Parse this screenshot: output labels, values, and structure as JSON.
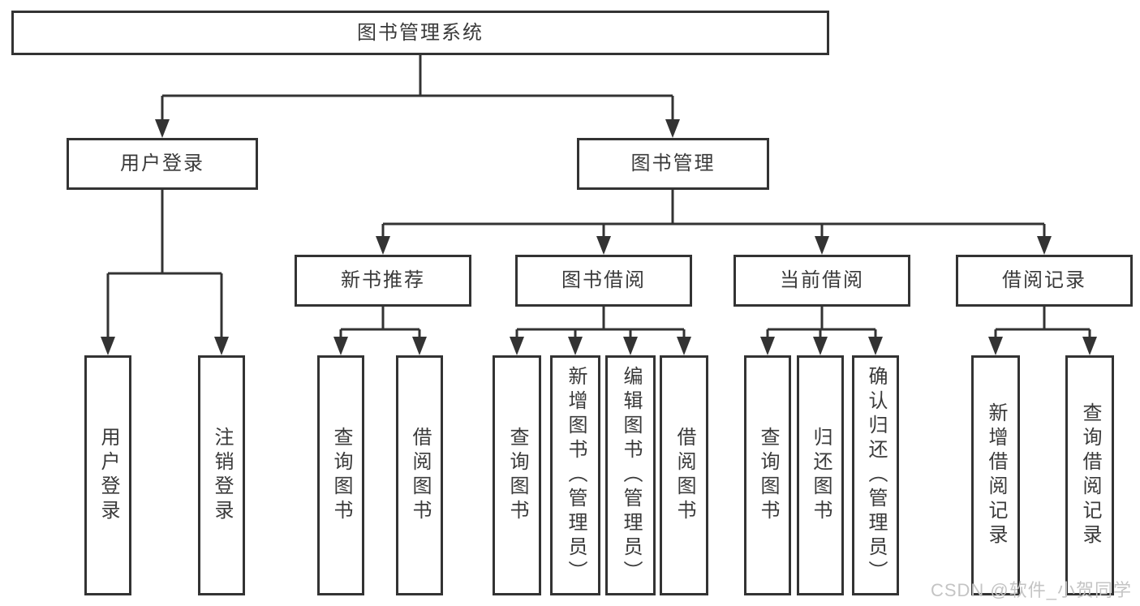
{
  "tree": {
    "root": {
      "label": "图书管理系统"
    },
    "branches": [
      {
        "label": "用户登录",
        "children": [
          {
            "label": "用户登录"
          },
          {
            "label": "注销登录"
          }
        ]
      },
      {
        "label": "图书管理",
        "children": [
          {
            "label": "新书推荐",
            "children": [
              {
                "label": "查询图书"
              },
              {
                "label": "借阅图书"
              }
            ]
          },
          {
            "label": "图书借阅",
            "children": [
              {
                "label": "查询图书"
              },
              {
                "label": "新增图书（管理员）"
              },
              {
                "label": "编辑图书（管理员）"
              },
              {
                "label": "借阅图书"
              }
            ]
          },
          {
            "label": "当前借阅",
            "children": [
              {
                "label": "查询图书"
              },
              {
                "label": "归还图书"
              },
              {
                "label": "确认归还（管理员）"
              }
            ]
          },
          {
            "label": "借阅记录",
            "children": [
              {
                "label": "新增借阅记录"
              },
              {
                "label": "查询借阅记录"
              }
            ]
          }
        ]
      }
    ]
  },
  "watermark": {
    "text": "CSDN @软件_小贺同学",
    "color": "#c4c4c4"
  },
  "colors": {
    "line": "#333333",
    "border": "#333333",
    "text": "#3a3a3a",
    "background": "#ffffff",
    "box_fill": "#ffffff"
  }
}
